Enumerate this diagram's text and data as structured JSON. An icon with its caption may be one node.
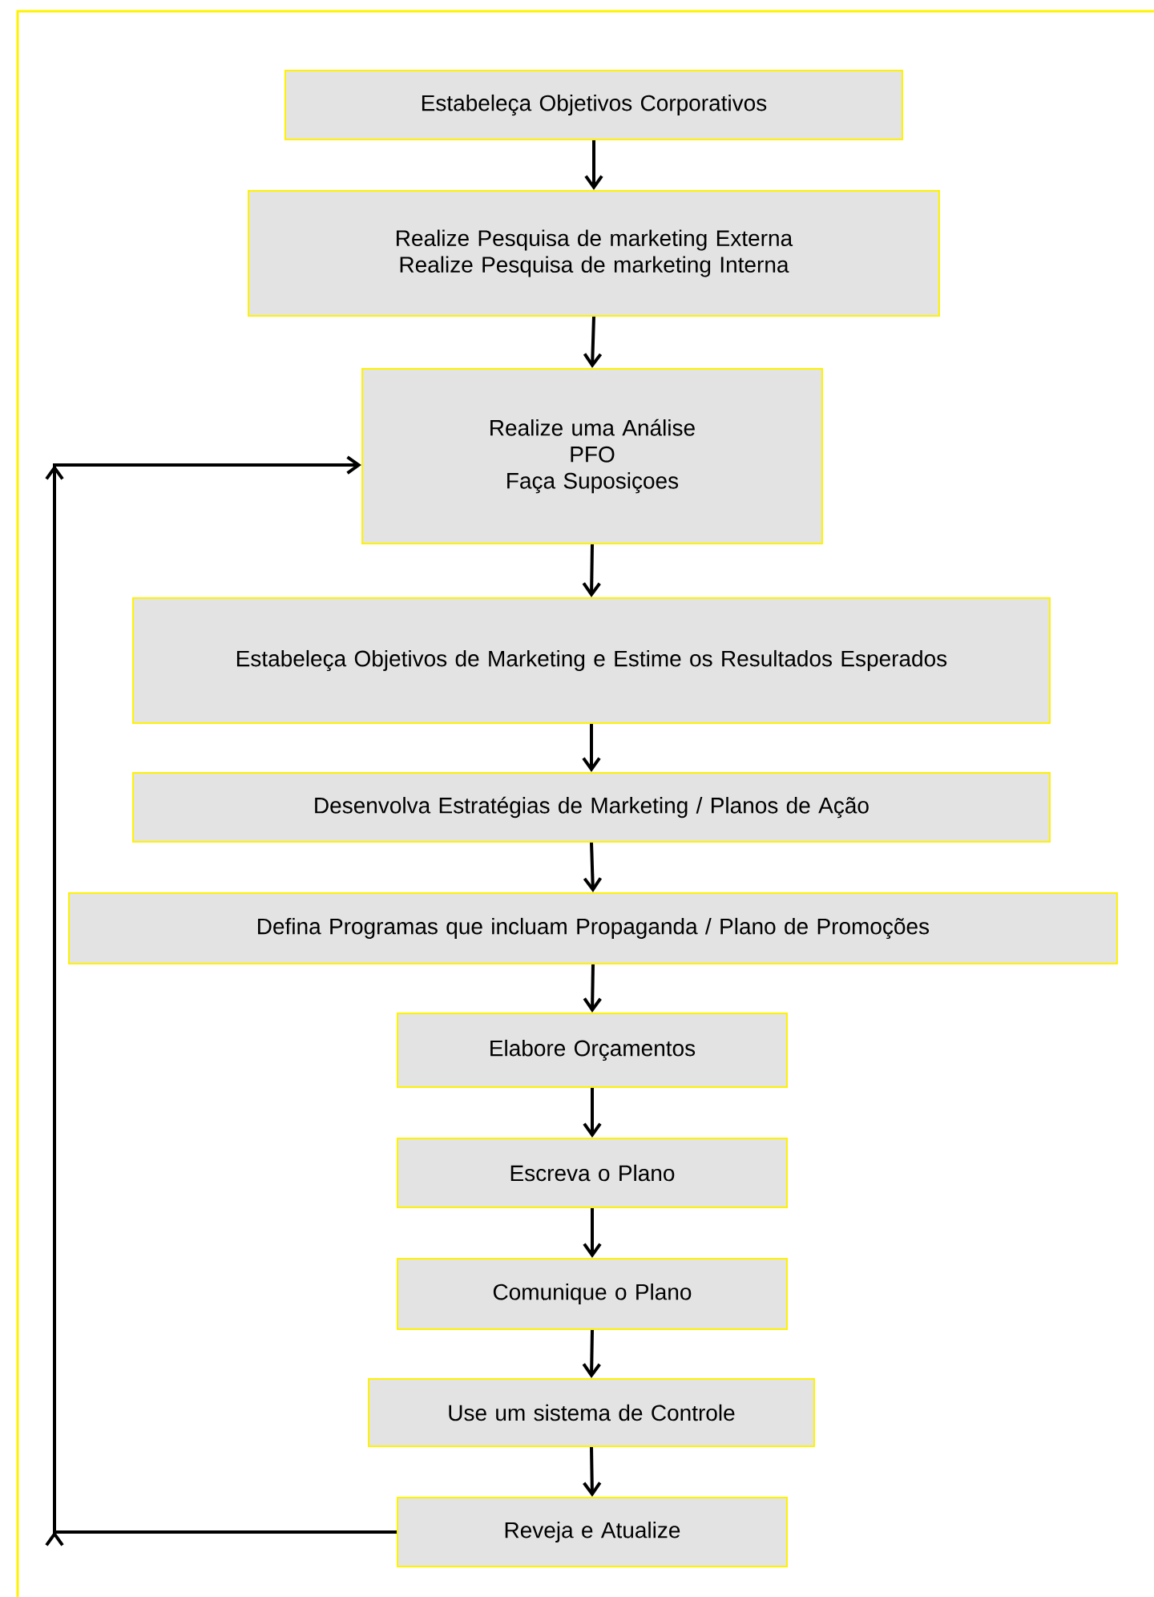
{
  "diagram": {
    "nodes": [
      {
        "text": [
          "Estabeleça Objetivos Corporativos"
        ]
      },
      {
        "text": [
          "Realize Pesquisa de marketing Externa",
          "Realize Pesquisa de marketing Interna"
        ]
      },
      {
        "text": [
          "Realize uma Análise",
          "PFO",
          "Faça Suposiçoes"
        ]
      },
      {
        "text": [
          "Estabeleça Objetivos de Marketing e Estime os Resultados Esperados"
        ]
      },
      {
        "text": [
          "Desenvolva Estratégias de Marketing / Planos de Ação"
        ]
      },
      {
        "text": [
          "Defina Programas que incluam Propaganda / Plano de Promoções"
        ]
      },
      {
        "text": [
          "Elabore Orçamentos"
        ]
      },
      {
        "text": [
          "Escreva o Plano"
        ]
      },
      {
        "text": [
          "Comunique o Plano"
        ]
      },
      {
        "text": [
          "Use um sistema de Controle"
        ]
      },
      {
        "text": [
          "Reveja e Atualize"
        ]
      }
    ],
    "edges": [
      {
        "from": 0,
        "to": 1,
        "arrow": "to"
      },
      {
        "from": 1,
        "to": 2,
        "arrow": "to"
      },
      {
        "from": 2,
        "to": 3,
        "arrow": "to"
      },
      {
        "from": 3,
        "to": 4,
        "arrow": "to"
      },
      {
        "from": 4,
        "to": 5,
        "arrow": "to"
      },
      {
        "from": 5,
        "to": 6,
        "arrow": "to"
      },
      {
        "from": 6,
        "to": 7,
        "arrow": "to"
      },
      {
        "from": 7,
        "to": 8,
        "arrow": "to"
      },
      {
        "from": 8,
        "to": 9,
        "arrow": "to"
      },
      {
        "from": 9,
        "to": 10,
        "arrow": "to"
      },
      {
        "from": 10,
        "to": 2,
        "arrow": "to"
      }
    ]
  }
}
